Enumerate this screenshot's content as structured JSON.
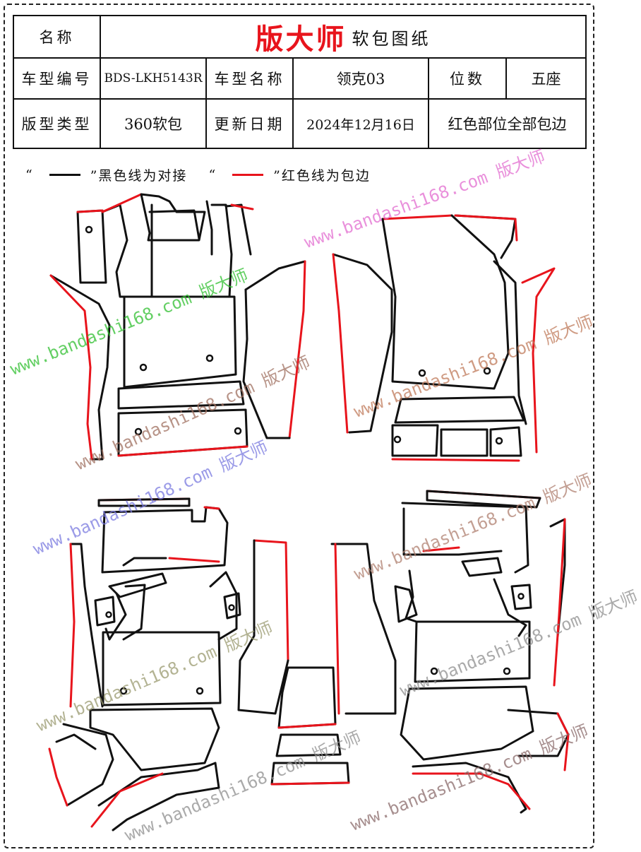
{
  "header": {
    "name_label": "名称",
    "brand": "版大师",
    "doc_type": "软包图纸",
    "model_code_label": "车型编号",
    "model_code": "BDS-LKH5143R",
    "model_name_label": "车型名称",
    "model_name": "领克03",
    "seats_label": "位数",
    "seats": "五座",
    "pattern_type_label": "版型类型",
    "pattern_type": "360软包",
    "update_date_label": "更新日期",
    "update_date": "2024年12月16日",
    "note": "红色部位全部包边"
  },
  "legend": {
    "black_open": "“",
    "black_close": "”黑色线为对接",
    "red_open": "“",
    "red_close": "”红色线为包边",
    "black_color": "#111111",
    "red_color": "#e8141c"
  },
  "watermarks": [
    {
      "text": "www.bandashi168.com 版大师",
      "color": "#2fbf2f"
    },
    {
      "text": "www.bandashi168.com 版大师",
      "color": "#e26bd0"
    },
    {
      "text": "www.bandashi168.com 版大师",
      "color": "#7a7ae0"
    },
    {
      "text": "www.bandashi168.com 版大师",
      "color": "#c07a5a"
    },
    {
      "text": "www.bandashi168.com 版大师",
      "color": "#b08070"
    },
    {
      "text": "www.bandashi168.com 版大师",
      "color": "#9a9a70"
    },
    {
      "text": "www.bandashi168.com 版大师",
      "color": "#8e8e8e"
    },
    {
      "text": "www.bandashi168.com 版大师",
      "color": "#8a6a6a"
    },
    {
      "text": "www.bandashi168.com 版大师",
      "color": "#8e8e8e"
    },
    {
      "text": "www.bandashi168.com 版大师",
      "color": "#a07060"
    }
  ]
}
